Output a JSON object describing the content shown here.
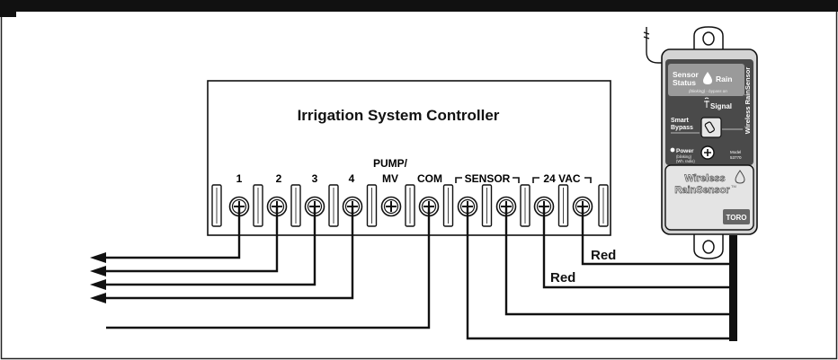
{
  "controller": {
    "title": "Irrigation System Controller",
    "terminals": {
      "t1": "1",
      "t2": "2",
      "t3": "3",
      "t4": "4",
      "pump_line1": "PUMP/",
      "pump_line2": "MV",
      "com": "COM",
      "sensor": "SENSOR",
      "vac": "24 VAC"
    }
  },
  "wires": {
    "red_upper": "Red",
    "red_lower": "Red"
  },
  "sensor_unit": {
    "status_line1": "Sensor",
    "status_line2": "Status",
    "rain": "Rain",
    "status_sub": "(blinking) - bypass on",
    "signal": "Signal",
    "smart_bypass_line1": "Smart",
    "smart_bypass_line2": "Bypass",
    "power": "Power",
    "power_sub_line1": "(blinking)",
    "power_sub_line2": "(Wh. radio)",
    "model_line1": "Model",
    "model_line2": "53770",
    "side_label": "Wireless RainSensor",
    "brand_line1": "Wireless",
    "brand_line2": "RainSensor",
    "trademark": "TM",
    "maker": "TORO"
  },
  "colors": {
    "ink": "#111111",
    "panel": "#4a4a4a",
    "light_gray": "#d9d9d9",
    "mid_gray": "#9a9a9a"
  }
}
